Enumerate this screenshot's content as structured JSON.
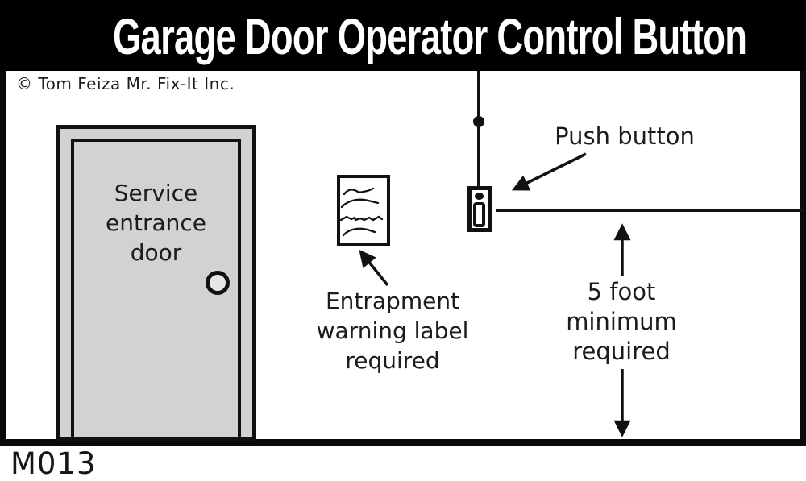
{
  "title": "Garage Door Operator Control Button",
  "copyright": "© Tom Feiza Mr. Fix-It Inc.",
  "diagram_id": "M013",
  "labels": {
    "door": [
      "Service",
      "entrance",
      "door"
    ],
    "entrapment": [
      "Entrapment",
      "warning label",
      "required"
    ],
    "push_button": "Push button",
    "clearance": [
      "5 foot",
      "minimum",
      "required"
    ]
  },
  "colors": {
    "title_band": "#000000",
    "title_text": "#ffffff",
    "ink": "#111111",
    "door_fill": "#d1d2d4",
    "knob_fill": "#e6e7e8",
    "canvas": "#ffffff"
  }
}
